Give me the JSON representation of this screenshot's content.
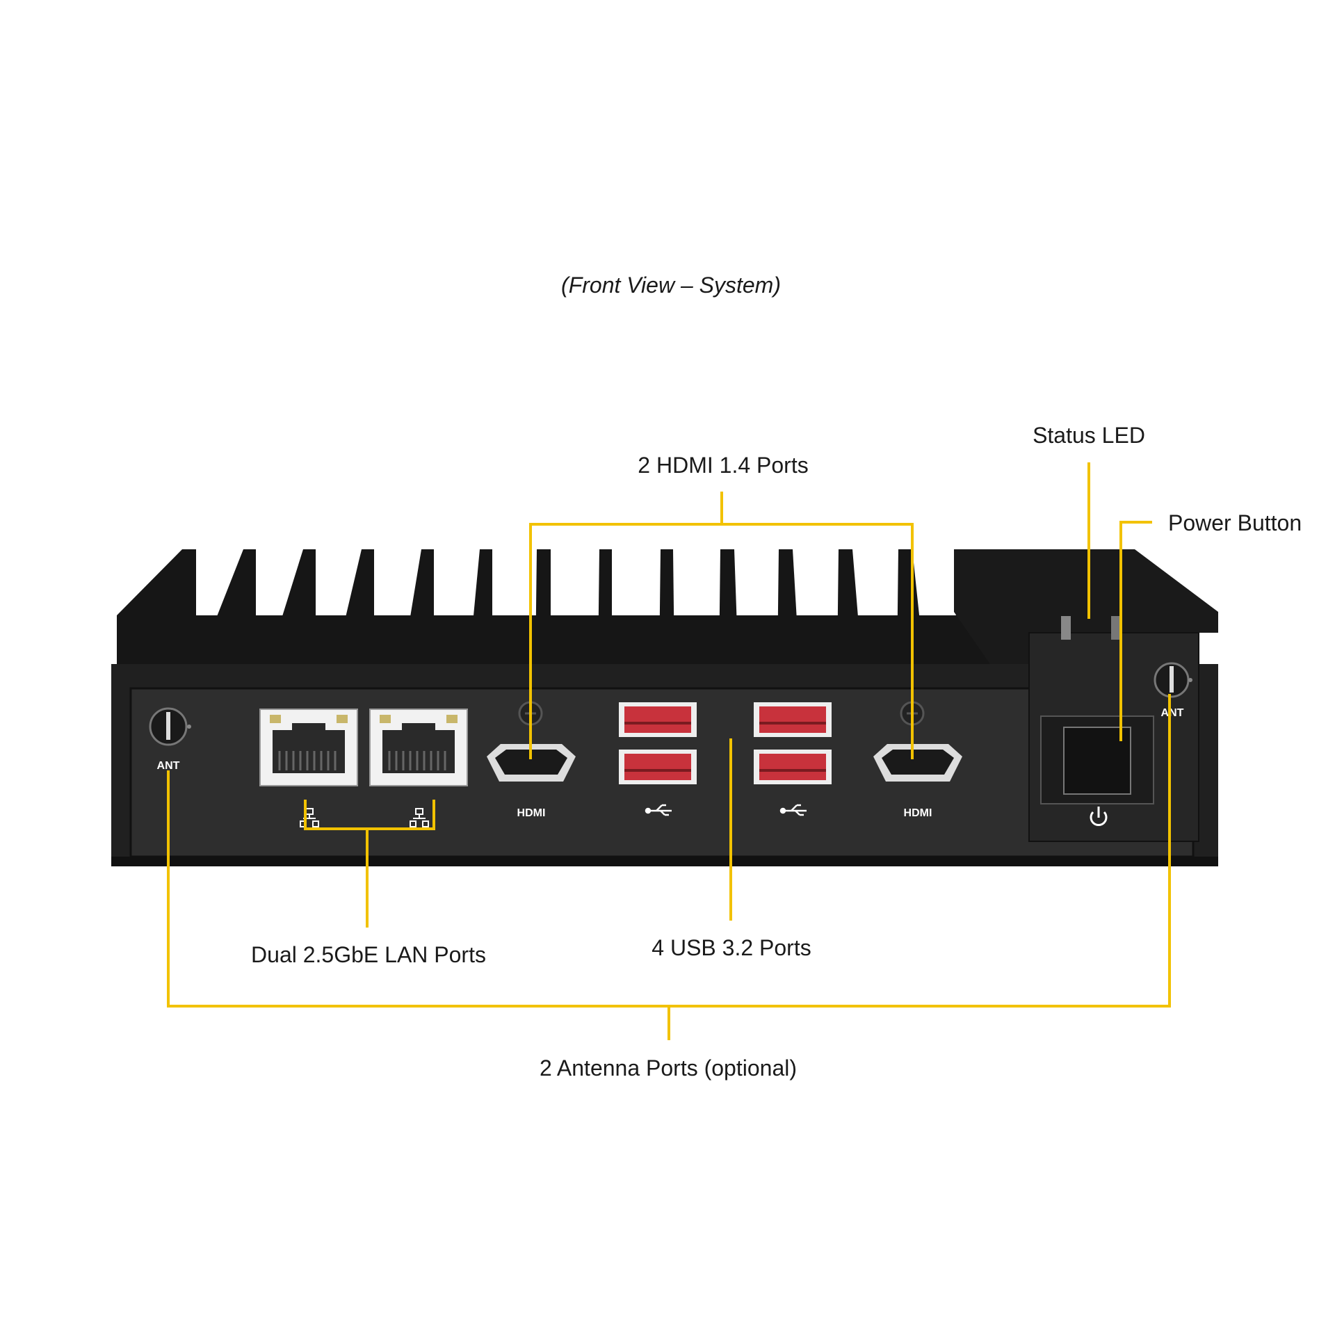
{
  "caption": "(Front View – System)",
  "callouts": {
    "hdmi": "2 HDMI 1.4 Ports",
    "status_led": "Status LED",
    "power_button": "Power Button",
    "lan": "Dual 2.5GbE LAN Ports",
    "usb": "4 USB 3.2 Ports",
    "antenna": "2 Antenna Ports (optional)"
  },
  "panel_labels": {
    "ant_left": "ANT",
    "ant_right": "ANT",
    "hdmi_left": "HDMI",
    "hdmi_right": "HDMI"
  },
  "colors": {
    "leader": "#f2c200",
    "chassis": "#1c1c1c",
    "usb_port": "#c8323c"
  },
  "icons": [
    "network-icon",
    "usb-icon",
    "power-icon"
  ]
}
